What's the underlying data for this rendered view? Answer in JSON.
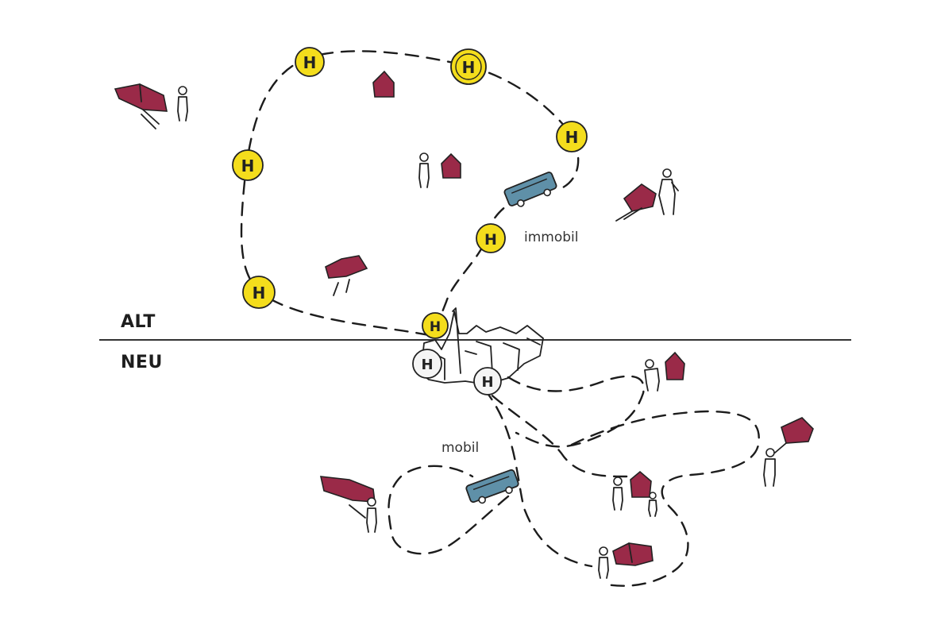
{
  "labels": {
    "alt": "ALT",
    "neu": "NEU",
    "immobil": "immobil",
    "mobil": "mobil"
  },
  "stop_glyph": "H",
  "colors": {
    "stop_yellow": "#f4dd1c",
    "house_red": "#9a2a48",
    "bus_blue": "#5f90a8",
    "line": "#1c1c1c"
  },
  "icons": {
    "stop": "bus-stop-icon",
    "house": "house-icon",
    "person": "person-icon",
    "bus": "bus-icon",
    "town": "town-center-icon"
  }
}
